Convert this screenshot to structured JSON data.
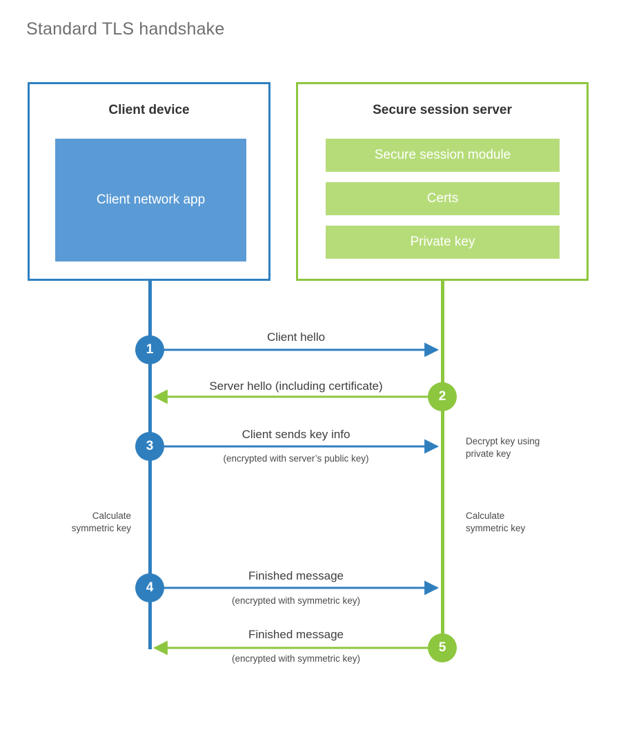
{
  "title": "Standard TLS handshake",
  "colors": {
    "client_accent": "#2f7fbf",
    "client_fill": "#5b9bd5",
    "server_accent": "#8dc63f",
    "server_fill": "#b6dc79",
    "text": "#3d3d3d",
    "title_text": "#6f6f6f",
    "background": "#ffffff"
  },
  "participants": {
    "client": {
      "title": "Client device",
      "blocks": [
        {
          "label": "Client network app"
        }
      ]
    },
    "server": {
      "title": "Secure session server",
      "blocks": [
        {
          "label": "Secure session module"
        },
        {
          "label": "Certs"
        },
        {
          "label": "Private key"
        }
      ]
    }
  },
  "steps": [
    {
      "number": "1",
      "origin": "client",
      "direction": "client-to-server",
      "label": "Client hello",
      "sublabel": ""
    },
    {
      "number": "2",
      "origin": "server",
      "direction": "server-to-client",
      "label": "Server hello (including certificate)",
      "sublabel": ""
    },
    {
      "number": "3",
      "origin": "client",
      "direction": "client-to-server",
      "label": "Client sends key info",
      "sublabel": "(encrypted with server’s public key)"
    },
    {
      "number": "4",
      "origin": "client",
      "direction": "client-to-server",
      "label": "Finished message",
      "sublabel": "(encrypted with symmetric key)"
    },
    {
      "number": "5",
      "origin": "server",
      "direction": "server-to-client",
      "label": "Finished message",
      "sublabel": "(encrypted with symmetric key)"
    }
  ],
  "notes": [
    {
      "id": "server-decrypt",
      "side": "server",
      "text": "Decrypt key using\nprivate key"
    },
    {
      "id": "client-calc-symmetric",
      "side": "client",
      "text": "Calculate\nsymmetric key"
    },
    {
      "id": "server-calc-symmetric",
      "side": "server",
      "text": "Calculate\nsymmetric key"
    }
  ]
}
